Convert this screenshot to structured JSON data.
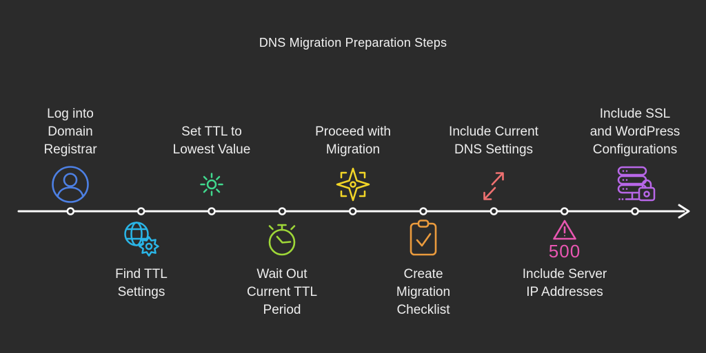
{
  "title": "DNS Migration Preparation Steps",
  "background": "#2b2b2b",
  "timeline": {
    "color": "#fafafa",
    "node_count": 9,
    "direction": "left-to-right"
  },
  "steps": [
    {
      "id": "log-into-domain-registrar",
      "label": "Log into\nDomain\nRegistrar",
      "icon": "user-circle-icon",
      "color": "#4d80e4",
      "side": "top"
    },
    {
      "id": "find-ttl-settings",
      "label": "Find TTL\nSettings",
      "icon": "globe-gear-icon",
      "color": "#2ab6e8",
      "side": "bottom"
    },
    {
      "id": "set-ttl-to-lowest-value",
      "label": "Set TTL to\nLowest Value",
      "icon": "brightness-icon",
      "color": "#41d98e",
      "side": "top"
    },
    {
      "id": "wait-out-current-ttl-period",
      "label": "Wait Out\nCurrent TTL\nPeriod",
      "icon": "stopwatch-icon",
      "color": "#9fd838",
      "side": "bottom"
    },
    {
      "id": "proceed-with-migration",
      "label": "Proceed with\nMigration",
      "icon": "star-compass-icon",
      "color": "#f2d527",
      "side": "top"
    },
    {
      "id": "create-migration-checklist",
      "label": "Create\nMigration\nChecklist",
      "icon": "clipboard-check-icon",
      "color": "#eb9b3d",
      "side": "bottom"
    },
    {
      "id": "include-current-dns-settings",
      "label": "Include Current\nDNS Settings",
      "icon": "diagonal-arrows-icon",
      "color": "#ef7171",
      "side": "top"
    },
    {
      "id": "include-server-ip-addresses",
      "label": "Include Server\nIP Addresses",
      "icon": "alert-triangle-icon",
      "badge": "500",
      "color": "#e957b2",
      "side": "bottom"
    },
    {
      "id": "include-ssl-wordpress-configurations",
      "label": "Include SSL\nand WordPress\nConfigurations",
      "icon": "server-lock-icon",
      "color": "#b867e8",
      "side": "top"
    }
  ]
}
